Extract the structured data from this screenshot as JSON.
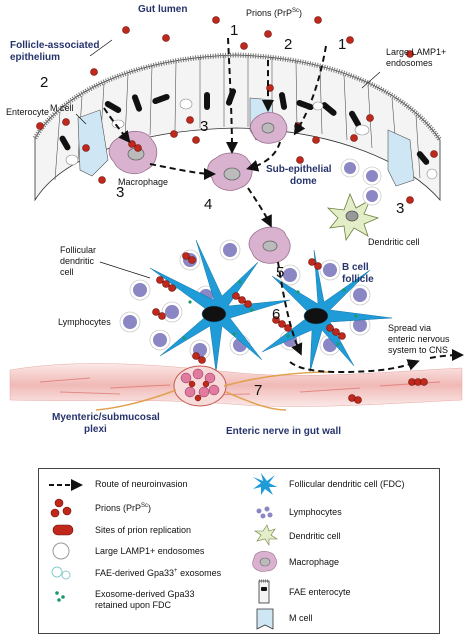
{
  "labels": {
    "gut_lumen": "Gut lumen",
    "prions": "Prions (PrP",
    "prions_sup": "Sc",
    "prions_close": ")",
    "fae_line1": "Follicle-associated",
    "fae_line2": "epithelium",
    "lamp_line1": "Large LAMP1+",
    "lamp_line2": "endosomes",
    "enterocyte": "Enterocyte",
    "m_cell": "M cell",
    "macrophage": "Macrophage",
    "sub_line1": "Sub-epithelial",
    "sub_line2": "dome",
    "dendritic_cell": "Dendritic cell",
    "fdc_line1": "Follicular",
    "fdc_line2": "dendritic",
    "fdc_line3": "cell",
    "bcell_line1": "B cell",
    "bcell_line2": "follicle",
    "lymphocytes": "Lymphocytes",
    "spread_line1": "Spread via",
    "spread_line2": "enteric nervous",
    "spread_line3": "system to CNS",
    "myenteric_line1": "Myenteric/submucosal",
    "myenteric_line2": "plexi",
    "enteric_nerve": "Enteric nerve in gut wall"
  },
  "numbers": [
    "1",
    "1",
    "2",
    "2",
    "3",
    "3",
    "3",
    "4",
    "5",
    "6",
    "7"
  ],
  "legend": {
    "route": "Route of neuroinvasion",
    "prions": "Prions (PrP",
    "prions_sup": "Sc",
    "prions_close": ")",
    "replication": "Sites of prion replication",
    "endosomes": "Large LAMP1+ endosomes",
    "exosomes": "FAE-derived Gpa33",
    "exosomes_sup": "+",
    "exosomes_end": " exosomes",
    "retained_line1": "Exosome-derived Gpa33",
    "retained_line2": "retained upon FDC",
    "fdc": "Follicular dendritic cell (FDC)",
    "lymphocytes": "Lymphocytes",
    "dendritic": "Dendritic cell",
    "macrophage": "Macrophage",
    "enterocyte": "FAE enterocyte",
    "mcell": "M cell"
  },
  "colors": {
    "prion": "#c0281c",
    "fdc": "#1f9bd7",
    "lymphocyte": "#8b86c4",
    "macrophage": "#d9b2cf",
    "m_cell": "#cfe6f5",
    "gut_wall": "#f2c6c4",
    "label_blue": "#27346b"
  }
}
